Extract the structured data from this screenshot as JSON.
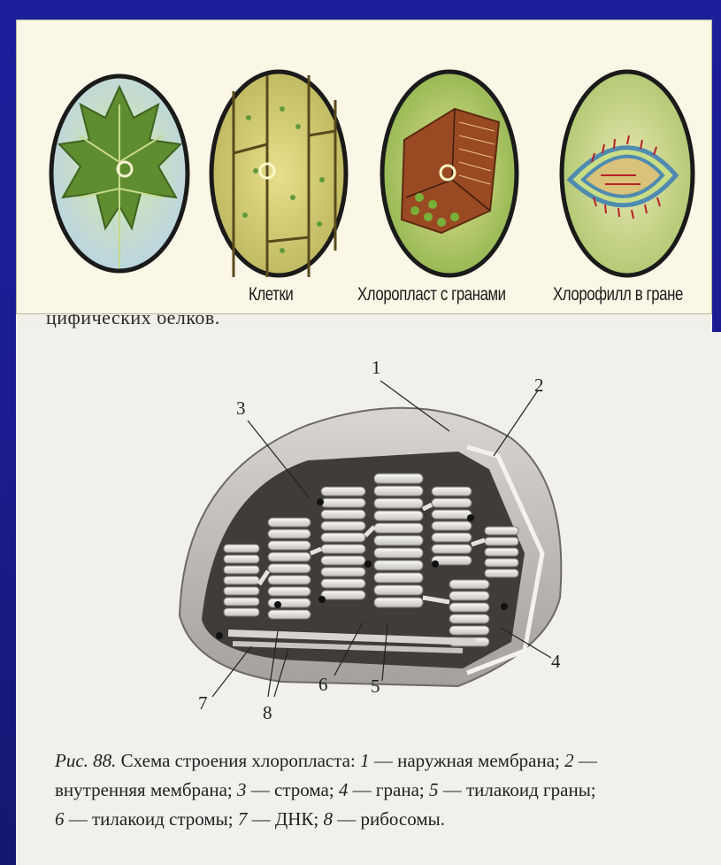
{
  "top_panel": {
    "captions": [
      "Клетки",
      "Хлоропласт с гранами",
      "Хлорофилл в гране"
    ],
    "illustrations": [
      "maple-leaf",
      "plant-cells",
      "chloroplast-section",
      "granum-chlorophyll"
    ]
  },
  "cut_text": "цифических белков.",
  "figure": {
    "labels": [
      "1",
      "2",
      "3",
      "4",
      "5",
      "6",
      "7",
      "8"
    ]
  },
  "caption": {
    "fig_ref": "Рис. 88.",
    "lines": [
      {
        "parts": [
          {
            "t": "Рис. 88.",
            "i": true
          },
          {
            "t": " Схема строения хлоропласта: ",
            "i": false
          },
          {
            "t": "1",
            "i": true
          },
          {
            "t": " — наружная мембрана; ",
            "i": false
          },
          {
            "t": "2",
            "i": true
          },
          {
            "t": " —",
            "i": false
          }
        ]
      },
      {
        "parts": [
          {
            "t": "внутренняя мембрана; ",
            "i": false
          },
          {
            "t": "3",
            "i": true
          },
          {
            "t": " — строма; ",
            "i": false
          },
          {
            "t": "4",
            "i": true
          },
          {
            "t": " — грана; ",
            "i": false
          },
          {
            "t": "5",
            "i": true
          },
          {
            "t": " — тилакоид граны;",
            "i": false
          }
        ]
      },
      {
        "parts": [
          {
            "t": "6",
            "i": true
          },
          {
            "t": " — тилакоид стромы; ",
            "i": false
          },
          {
            "t": "7",
            "i": true
          },
          {
            "t": " — ДНК; ",
            "i": false
          },
          {
            "t": "8",
            "i": true
          },
          {
            "t": " — рибосомы.",
            "i": false
          }
        ]
      }
    ]
  }
}
